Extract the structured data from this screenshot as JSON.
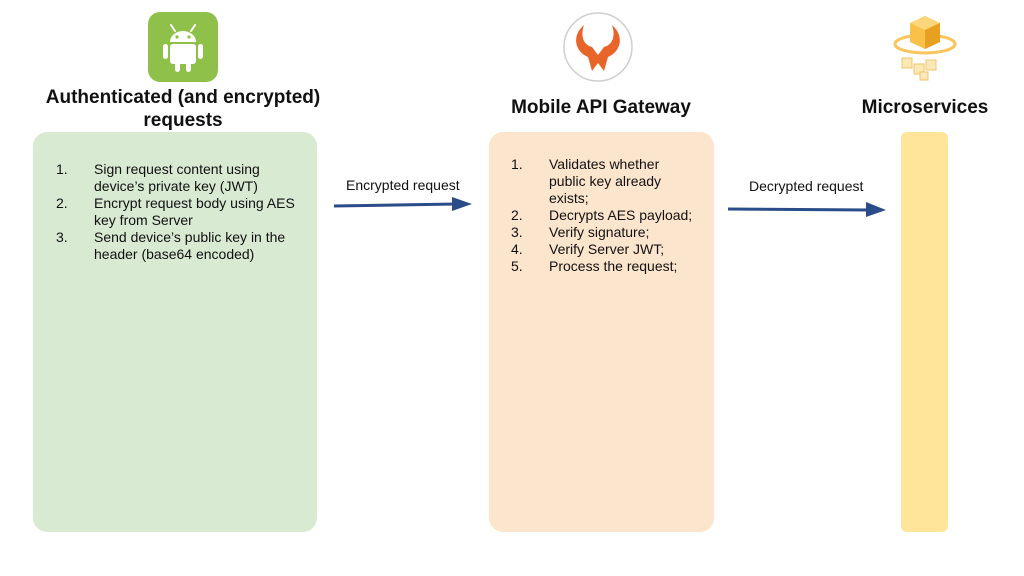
{
  "client": {
    "icon": "android-icon",
    "heading": "Authenticated (and encrypted) requests",
    "color": "#d9ead3",
    "icon_color": "#8fc14a",
    "steps": [
      {
        "num": "1.",
        "text": "Sign request content using device’s private key (JWT)"
      },
      {
        "num": "2.",
        "text": "Encrypt request body using AES key from Server"
      },
      {
        "num": "3.",
        "text": "Send device’s public key in the header (base64 encoded)"
      }
    ]
  },
  "arrow1": {
    "label": "Encrypted request",
    "color": "#2a4d8a"
  },
  "gateway": {
    "icon": "gateway-logo-icon",
    "heading": "Mobile API Gateway",
    "color": "#fce5cd",
    "icon_color": "#e8652a",
    "steps": [
      {
        "num": "1.",
        "text": "Validates whether public key already exists;"
      },
      {
        "num": "2.",
        "text": "Decrypts AES payload;"
      },
      {
        "num": "3.",
        "text": "Verify signature;"
      },
      {
        "num": "4.",
        "text": "Verify Server JWT;"
      },
      {
        "num": "5.",
        "text": "Process the request;"
      }
    ]
  },
  "arrow2": {
    "label": "Decrypted request",
    "color": "#2a4d8a"
  },
  "microservices": {
    "icon": "cube-cluster-icon",
    "heading": "Microservices",
    "color": "#ffe599",
    "icon_color": "#f7b733"
  }
}
